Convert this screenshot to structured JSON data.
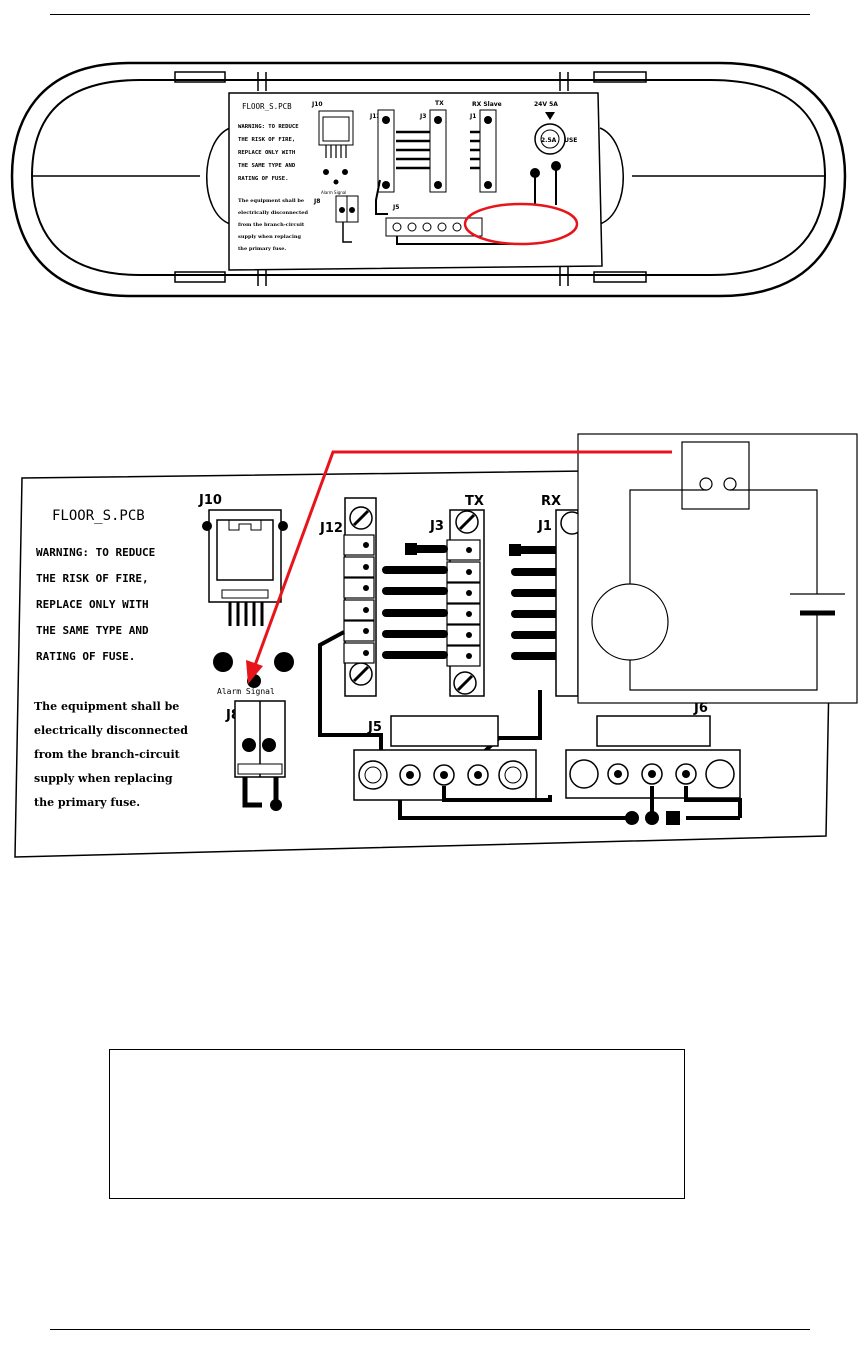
{
  "top_board": {
    "pcb_name": "FLOOR_S.PCB",
    "warning_lines": [
      "WARNING: TO REDUCE",
      "THE RISK OF FIRE,",
      "REPLACE ONLY WITH",
      "THE SAME TYPE AND",
      "RATING OF FUSE."
    ],
    "notice_lines": [
      "The equipment shall be",
      "electrically disconnected",
      "from the branch-circuit",
      "supply when replacing",
      "the primary fuse."
    ],
    "labels": {
      "j10": "J10",
      "j12": "J12",
      "j3": "J3",
      "tx": "TX",
      "rx_slave": "RX Slave",
      "j1": "J1",
      "rating": "24V  5A",
      "fuse": "FUSE",
      "fuse_cap": "2.5A",
      "j8": "J8",
      "j5": "J5",
      "alarm": "Alarm Signal"
    }
  },
  "detail_board": {
    "pcb_name": "FLOOR_S.PCB",
    "warning_lines": [
      "WARNING: TO REDUCE",
      "THE RISK OF FIRE,",
      "REPLACE ONLY WITH",
      "THE SAME TYPE AND",
      "RATING OF FUSE."
    ],
    "notice_lines": [
      "The equipment shall be",
      "electrically disconnected",
      "from the branch-circuit",
      "supply when replacing",
      "the primary fuse."
    ],
    "labels": {
      "j10": "J10",
      "j12": "J12",
      "j3": "J3",
      "tx": "TX",
      "rx": "RX",
      "j1": "J1",
      "j8": "J8",
      "j5": "J5",
      "j6": "J6",
      "alarm": "Alarm Signal"
    }
  },
  "colors": {
    "highlight": "#e8141c",
    "ink": "#000000"
  }
}
